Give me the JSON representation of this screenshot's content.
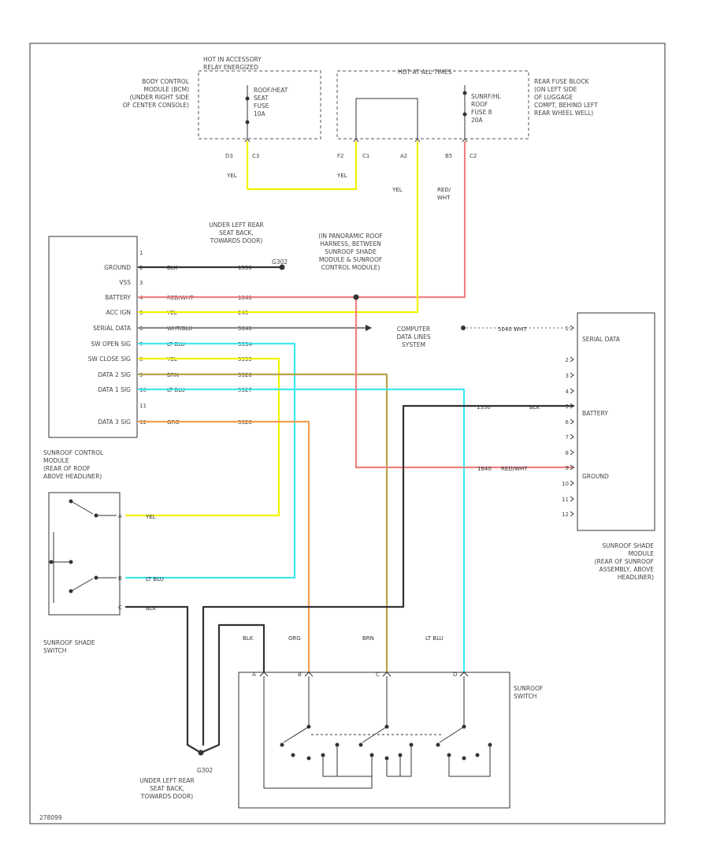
{
  "wire_colors": {
    "YEL": "#f2f200",
    "RED_WHT": "#f08080",
    "WHT_BLK": "#888888",
    "LT_BLU": "#3ee8f0",
    "BRN": "#b8a248",
    "ORG": "#f2a050",
    "BLK": "#333333"
  },
  "top": {
    "hot_accessory": "HOT IN ACCESSORY\nRELAY ENERGIZED",
    "hot_at_all_times": "HOT AT ALL TIMES",
    "body_control_module": "BODY CONTROL\nMODULE (BCM)\n(UNDER RIGHT SIDE\nOF CENTER CONSOLE)",
    "fuse_left": "ROOF/HEAT\nSEAT\nFUSE\n10A",
    "fuse_right": "SUNRF/HL\nROOF\nFUSE 8\n20A",
    "rear_fuse_block": "REAR FUSE BLOCK\n(ON LEFT SIDE\nOF LUGGAGE\nCOMPT, BEHIND LEFT\nREAR WHEEL WELL)",
    "pins": [
      "D3",
      "C3",
      "F2",
      "C1",
      "A2",
      "B5",
      "C2"
    ],
    "wire_yel_1": "YEL",
    "wire_yel_2": "YEL",
    "wire_yel_3": "YEL",
    "wire_red_wht": "RED/\nWHT"
  },
  "ground_top": {
    "label": "UNDER LEFT REAR\nSEAT BACK,\nTOWARDS DOOR)",
    "code": "G302"
  },
  "splice_label": "(IN PANORAMIC ROOF\nHARNESS, BETWEEN\nSUNROOF SHADE\nMODULE & SUNROOF\nCONTROL MODULE)",
  "control_module": {
    "title": "SUNROOF CONTROL\nMODULE\n(REAR OF ROOF\nABOVE HEADLINER)",
    "rows": [
      {
        "pin": "1",
        "label": "",
        "wire": "",
        "circuit": ""
      },
      {
        "pin": "2",
        "label": "GROUND",
        "wire": "BLK",
        "circuit": "1550"
      },
      {
        "pin": "3",
        "label": "VSS",
        "wire": "",
        "circuit": ""
      },
      {
        "pin": "4",
        "label": "BATTERY",
        "wire": "RED/WHT",
        "circuit": "1640"
      },
      {
        "pin": "5",
        "label": "ACC IGN",
        "wire": "YEL",
        "circuit": "243"
      },
      {
        "pin": "6",
        "label": "SERIAL DATA",
        "wire": "WHT/BLK",
        "circuit": "5040"
      },
      {
        "pin": "7",
        "label": "SW OPEN SIG",
        "wire": "LT BLU",
        "circuit": "5334"
      },
      {
        "pin": "8",
        "label": "SW CLOSE SIG",
        "wire": "YEL",
        "circuit": "5335"
      },
      {
        "pin": "9",
        "label": "DATA 2 SIG",
        "wire": "BRN",
        "circuit": "5326"
      },
      {
        "pin": "10",
        "label": "DATA 1 SIG",
        "wire": "LT BLU",
        "circuit": "5327"
      },
      {
        "pin": "11",
        "label": "",
        "wire": "",
        "circuit": ""
      },
      {
        "pin": "12",
        "label": "DATA 3 SIG",
        "wire": "ORG",
        "circuit": "5328"
      }
    ]
  },
  "computer_data": "COMPUTER\nDATA LINES\nSYSTEM",
  "shade_module": {
    "title": "SUNROOF SHADE\nMODULE\n(REAR OF SUNROOF\nASSEMBLY, ABOVE\nHEADLINER)",
    "serial_data": "SERIAL DATA",
    "battery": "BATTERY",
    "ground": "GROUND",
    "pins": [
      "1",
      "2",
      "3",
      "4",
      "5",
      "6",
      "7",
      "8",
      "9",
      "10",
      "11",
      "12"
    ],
    "serial_wire": "5040 WHT",
    "battery_wire": "1550",
    "battery_color": "BLK",
    "ground_wire": "1640",
    "ground_color": "RED/WHT"
  },
  "shade_switch": {
    "title": "SUNROOF SHADE\nSWITCH",
    "pins": [
      "A",
      "B",
      "C"
    ],
    "wire_a": "YEL",
    "wire_b": "LT BLU",
    "wire_c": "BLK"
  },
  "sunroof_switch": {
    "title": "SUNROOF\nSWITCH",
    "pins": [
      "A",
      "B",
      "C",
      "D"
    ],
    "wires": [
      "BLK",
      "ORG",
      "BRN",
      "LT BLU"
    ]
  },
  "ground_bottom": {
    "code": "G302",
    "label": "UNDER LEFT REAR\nSEAT BACK,\nTOWARDS DOOR)"
  },
  "figure_id": "278099"
}
